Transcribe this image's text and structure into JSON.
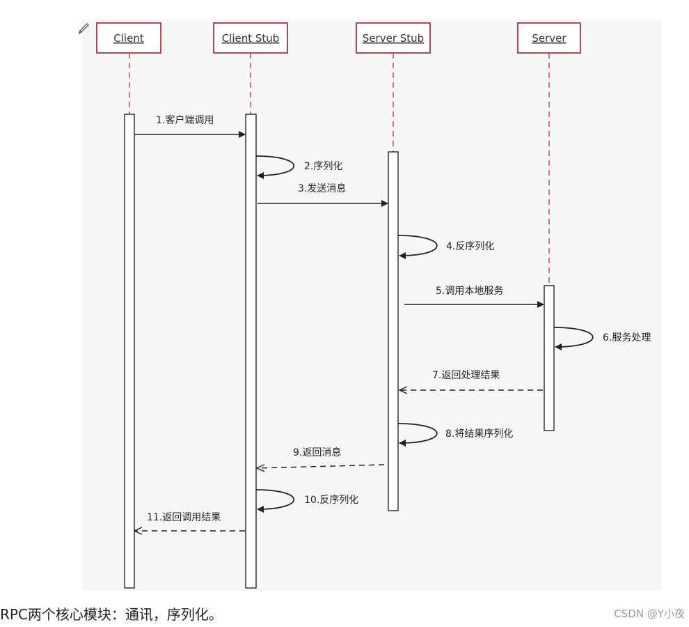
{
  "participants": [
    {
      "id": "client",
      "label": "Client"
    },
    {
      "id": "client_stub",
      "label": "Client Stub"
    },
    {
      "id": "server_stub",
      "label": "Server Stub"
    },
    {
      "id": "server",
      "label": "Server"
    }
  ],
  "steps": [
    {
      "id": 1,
      "label": "1.客户端调用",
      "from": "client",
      "to": "client_stub",
      "kind": "call"
    },
    {
      "id": 2,
      "label": "2.序列化",
      "from": "client_stub",
      "to": "client_stub",
      "kind": "self"
    },
    {
      "id": 3,
      "label": "3.发送消息",
      "from": "client_stub",
      "to": "server_stub",
      "kind": "call"
    },
    {
      "id": 4,
      "label": "4.反序列化",
      "from": "server_stub",
      "to": "server_stub",
      "kind": "self"
    },
    {
      "id": 5,
      "label": "5.调用本地服务",
      "from": "server_stub",
      "to": "server",
      "kind": "call"
    },
    {
      "id": 6,
      "label": "6.服务处理",
      "from": "server",
      "to": "server",
      "kind": "self"
    },
    {
      "id": 7,
      "label": "7.返回处理结果",
      "from": "server",
      "to": "server_stub",
      "kind": "return"
    },
    {
      "id": 8,
      "label": "8.将结果序列化",
      "from": "server_stub",
      "to": "server_stub",
      "kind": "self"
    },
    {
      "id": 9,
      "label": "9.返回消息",
      "from": "server_stub",
      "to": "client_stub",
      "kind": "return"
    },
    {
      "id": 10,
      "label": "10.反序列化",
      "from": "client_stub",
      "to": "client_stub",
      "kind": "self"
    },
    {
      "id": 11,
      "label": "11.返回调用结果",
      "from": "client_stub",
      "to": "client",
      "kind": "return"
    }
  ],
  "caption": "RPC两个核心模块：通讯，序列化。",
  "watermark": "CSDN @Y小夜",
  "colors": {
    "box_border": "#b0494f",
    "lifeline": "#c0504d",
    "stroke": "#222222",
    "background_panel": "#f7f7f7"
  }
}
